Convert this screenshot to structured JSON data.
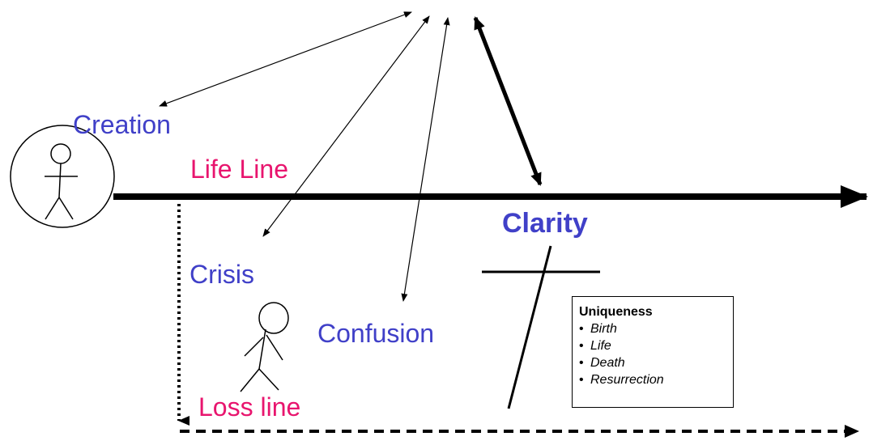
{
  "labels": {
    "creation": "Creation",
    "life_line": "Life Line",
    "clarity": "Clarity",
    "crisis": "Crisis",
    "confusion": "Confusion",
    "loss_line": "Loss line"
  },
  "uniqueness": {
    "title": "Uniqueness",
    "items": [
      "Birth",
      "Life",
      "Death",
      "Resurrection"
    ]
  },
  "colors": {
    "label_blue": "#4040c8",
    "label_pink": "#e8156e",
    "line": "#000000"
  }
}
